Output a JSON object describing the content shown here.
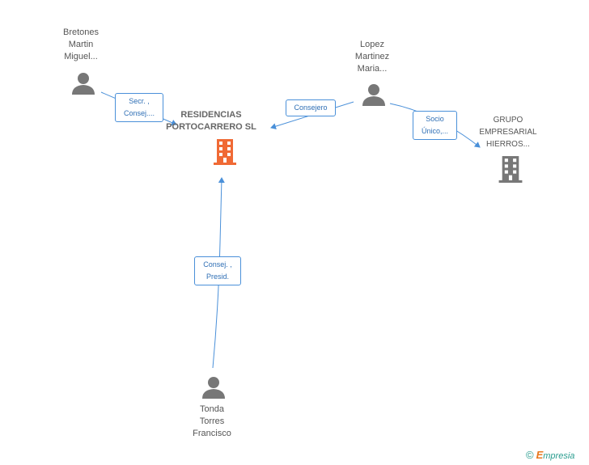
{
  "nodes": {
    "bretones": {
      "lines": [
        "Bretones",
        "Martin",
        "Miguel..."
      ]
    },
    "lopez": {
      "lines": [
        "Lopez",
        "Martinez",
        "Maria..."
      ]
    },
    "tonda": {
      "lines": [
        "Tonda",
        "Torres",
        "Francisco"
      ]
    },
    "residencias": {
      "lines": [
        "RESIDENCIAS",
        "PORTOCARRERO SL"
      ]
    },
    "grupo": {
      "lines": [
        "GRUPO",
        "EMPRESARIAL",
        "HIERROS..."
      ]
    }
  },
  "edges": {
    "bretones_residencias": {
      "lines": [
        "Secr. ,",
        "Consej...."
      ]
    },
    "lopez_residencias": {
      "lines": [
        "Consejero"
      ]
    },
    "lopez_grupo": {
      "lines": [
        "Socio",
        "Único,..."
      ]
    },
    "tonda_residencias": {
      "lines": [
        "Consej. ,",
        "Presid."
      ]
    }
  },
  "colors": {
    "edge": "#4a90d9",
    "person_icon": "#777777",
    "main_company_icon": "#f06a35",
    "company_icon": "#777777"
  },
  "brand": {
    "symbol": "©",
    "initial": "E",
    "rest": "mpresia"
  }
}
